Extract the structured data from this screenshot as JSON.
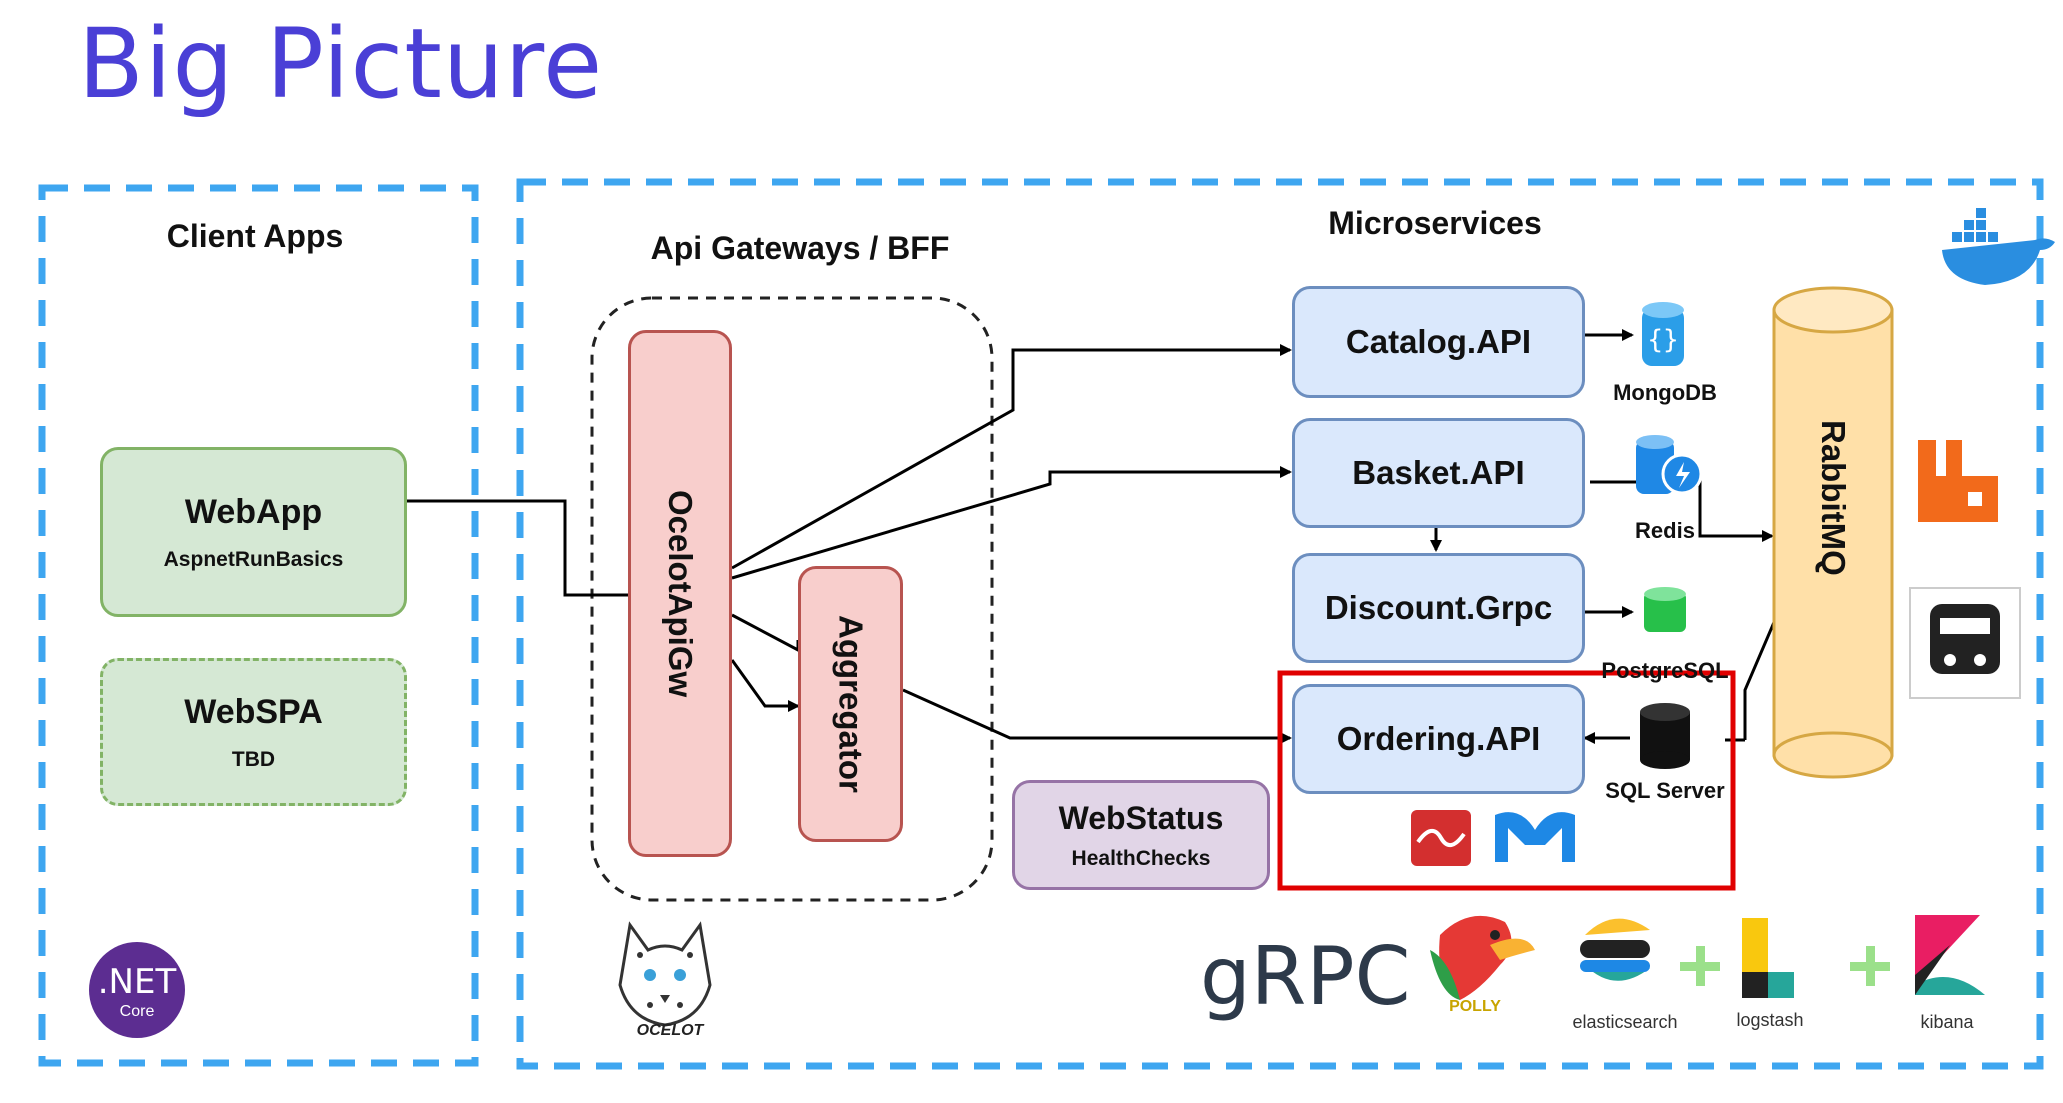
{
  "title": "Big Picture",
  "zones": {
    "client": "Client Apps",
    "gateways": "Api Gateways / BFF",
    "microservices": "Microservices"
  },
  "client_apps": [
    {
      "name": "WebApp",
      "sub": "AspnetRunBasics"
    },
    {
      "name": "WebSPA",
      "sub": "TBD"
    }
  ],
  "gateway": {
    "main": "OcelotApiGw",
    "aggregator": "Aggregator"
  },
  "services": {
    "catalog": "Catalog.API",
    "basket": "Basket.API",
    "discount": "Discount.Grpc",
    "ordering": "Ordering.API"
  },
  "databases": {
    "mongo": "MongoDB",
    "redis": "Redis",
    "postgres": "PostgreSQL",
    "sqlserver": "SQL Server"
  },
  "broker": "RabbitMQ",
  "webstatus": {
    "name": "WebStatus",
    "sub": "HealthChecks"
  },
  "logos": {
    "dotnet": ".NET",
    "dotnet_sub": "Core",
    "ocelot": "OCELOT",
    "grpc": "gRPC",
    "polly": "POLLY",
    "elasticsearch": "elasticsearch",
    "logstash": "logstash",
    "kibana": "kibana",
    "plus": "+"
  },
  "colors": {
    "title": "#4a3fd6",
    "dashed_border": "#3ea6f0",
    "highlight": "#e00000"
  }
}
